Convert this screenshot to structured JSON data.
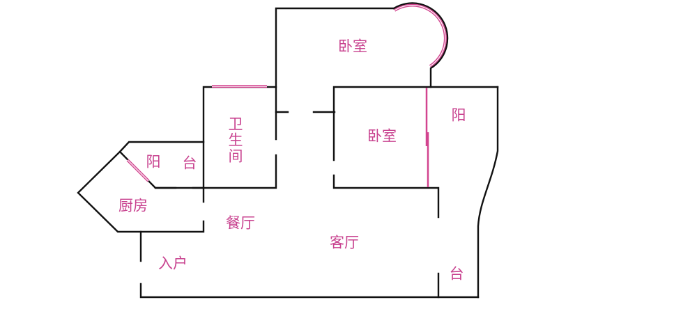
{
  "floor_plan": {
    "rooms": {
      "master_bedroom": "卧室",
      "second_bedroom": "卧室",
      "balcony_right_top": "阳",
      "balcony_right_bottom": "台",
      "bathroom_1": "卫",
      "bathroom_2": "生",
      "bathroom_3": "间",
      "balcony_left_1": "阳",
      "balcony_left_2": "台",
      "kitchen": "厨房",
      "dining": "餐厅",
      "living": "客厅",
      "entrance": "入户"
    },
    "colors": {
      "wall": "#111111",
      "window": "#d2448f",
      "label": "#c8428f"
    }
  }
}
